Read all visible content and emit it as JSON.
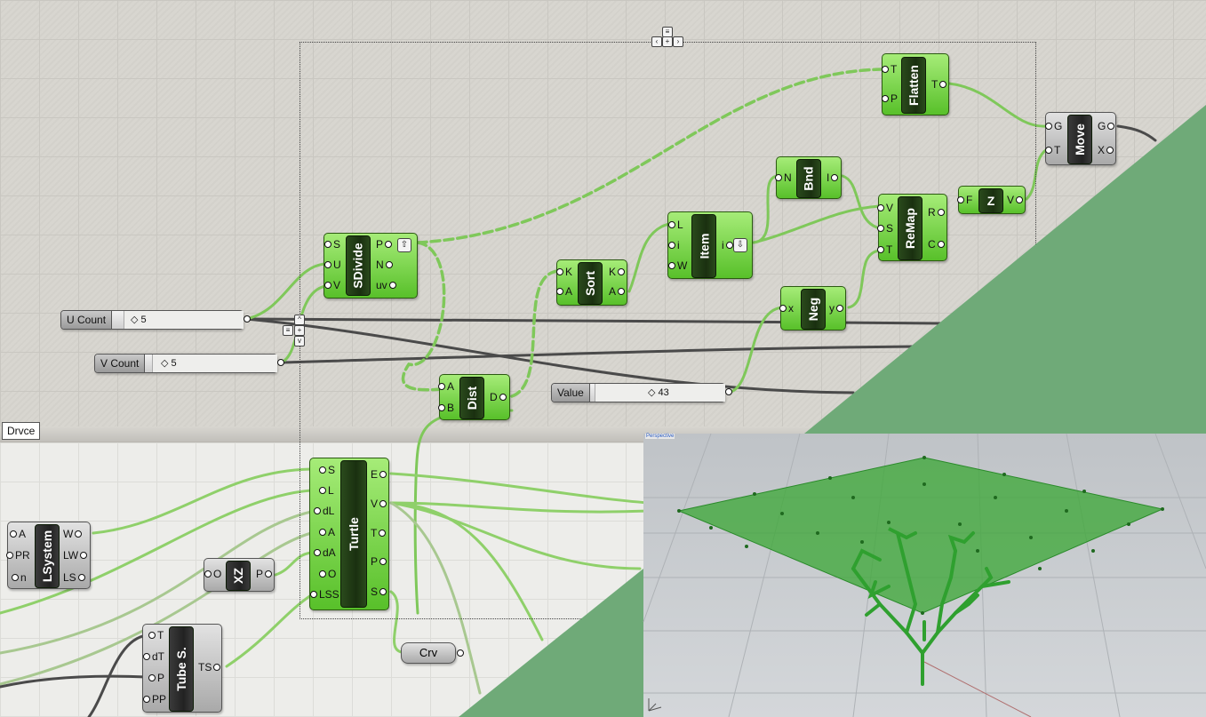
{
  "sliders": {
    "u_count": {
      "label": "U Count",
      "value": "5"
    },
    "v_count": {
      "label": "V Count",
      "value": "5"
    },
    "value": {
      "label": "Value",
      "value": "43"
    }
  },
  "components": {
    "sdivide": {
      "name": "SDivide",
      "inputs": [
        "S",
        "U",
        "V"
      ],
      "outputs": [
        "P",
        "N",
        "uv"
      ]
    },
    "flatten": {
      "name": "Flatten",
      "inputs": [
        "T",
        "P"
      ],
      "outputs": [
        "T"
      ]
    },
    "move": {
      "name": "Move",
      "inputs": [
        "G",
        "T"
      ],
      "outputs": [
        "G",
        "X"
      ]
    },
    "bnd": {
      "name": "Bnd",
      "inputs": [
        "N"
      ],
      "outputs": [
        "I"
      ]
    },
    "remap": {
      "name": "ReMap",
      "inputs": [
        "V",
        "S",
        "T"
      ],
      "outputs": [
        "R",
        "C"
      ]
    },
    "z": {
      "name": "Z",
      "inputs": [
        "F"
      ],
      "outputs": [
        "V"
      ]
    },
    "item": {
      "name": "Item",
      "inputs": [
        "L",
        "i",
        "W"
      ],
      "outputs": [
        "i"
      ]
    },
    "sort": {
      "name": "Sort",
      "inputs": [
        "K",
        "A"
      ],
      "outputs": [
        "K",
        "A"
      ]
    },
    "neg": {
      "name": "Neg",
      "inputs": [
        "x"
      ],
      "outputs": [
        "y"
      ]
    },
    "dist": {
      "name": "Dist",
      "inputs": [
        "A",
        "B"
      ],
      "outputs": [
        "D"
      ]
    },
    "turtle": {
      "name": "Turtle",
      "inputs": [
        "S",
        "L",
        "dL",
        "A",
        "dA",
        "O",
        "LSS"
      ],
      "outputs": [
        "E",
        "V",
        "T",
        "P",
        "S"
      ]
    },
    "lsystem": {
      "name": "LSystem",
      "inputs": [
        "A",
        "PR",
        "n"
      ],
      "outputs": [
        "W",
        "LW",
        "LS"
      ]
    },
    "xz": {
      "name": "XZ",
      "inputs": [
        "O"
      ],
      "outputs": [
        "P"
      ]
    },
    "tubes": {
      "name": "Tube S.",
      "inputs": [
        "T",
        "dT",
        "P",
        "PP"
      ],
      "outputs": [
        "TS"
      ]
    },
    "crv": {
      "name": "Crv"
    }
  },
  "tooltip": {
    "drvce": "Drvce"
  },
  "viewport": {
    "label": "Perspective"
  },
  "colors": {
    "component_green": "#6fd03a",
    "surface_green": "#3fa83a",
    "viewport_bg": "#c8cbce",
    "overlay_green": "#6faa78"
  }
}
